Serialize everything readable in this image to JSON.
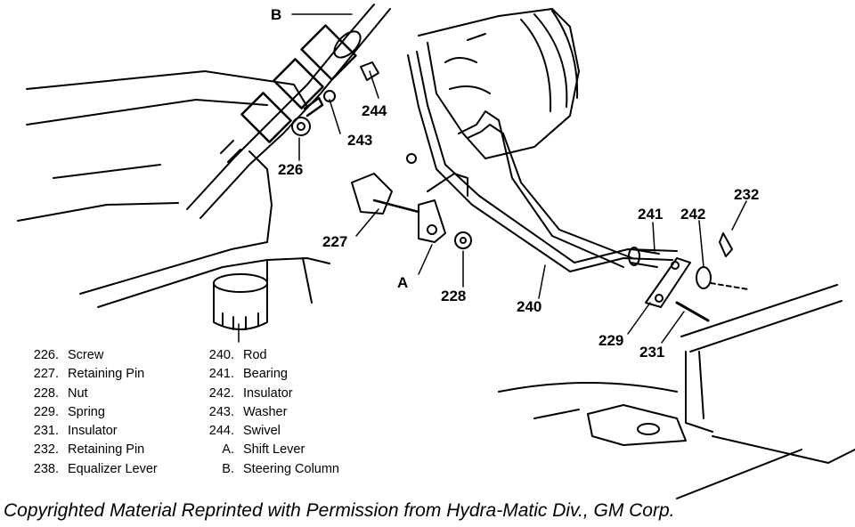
{
  "callouts": [
    {
      "id": "B",
      "text": "B"
    },
    {
      "id": "244",
      "text": "244"
    },
    {
      "id": "243",
      "text": "243"
    },
    {
      "id": "226",
      "text": "226"
    },
    {
      "id": "227",
      "text": "227"
    },
    {
      "id": "A",
      "text": "A"
    },
    {
      "id": "228",
      "text": "228"
    },
    {
      "id": "240",
      "text": "240"
    },
    {
      "id": "241",
      "text": "241"
    },
    {
      "id": "242",
      "text": "242"
    },
    {
      "id": "232",
      "text": "232"
    },
    {
      "id": "229",
      "text": "229"
    },
    {
      "id": "231",
      "text": "231"
    }
  ],
  "legend_left": [
    {
      "num": "226.",
      "label": "Screw"
    },
    {
      "num": "227.",
      "label": "Retaining Pin"
    },
    {
      "num": "228.",
      "label": "Nut"
    },
    {
      "num": "229.",
      "label": "Spring"
    },
    {
      "num": "231.",
      "label": "Insulator"
    },
    {
      "num": "232.",
      "label": "Retaining Pin"
    },
    {
      "num": "238.",
      "label": "Equalizer Lever"
    }
  ],
  "legend_right": [
    {
      "num": "240.",
      "label": "Rod"
    },
    {
      "num": "241.",
      "label": "Bearing"
    },
    {
      "num": "242.",
      "label": "Insulator"
    },
    {
      "num": "243.",
      "label": "Washer"
    },
    {
      "num": "244.",
      "label": "Swivel"
    },
    {
      "num": "A.",
      "label": "Shift Lever"
    },
    {
      "num": "B.",
      "label": "Steering Column"
    }
  ],
  "caption": "Copyrighted Material Reprinted with Permission from Hydra-Matic Div., GM Corp."
}
